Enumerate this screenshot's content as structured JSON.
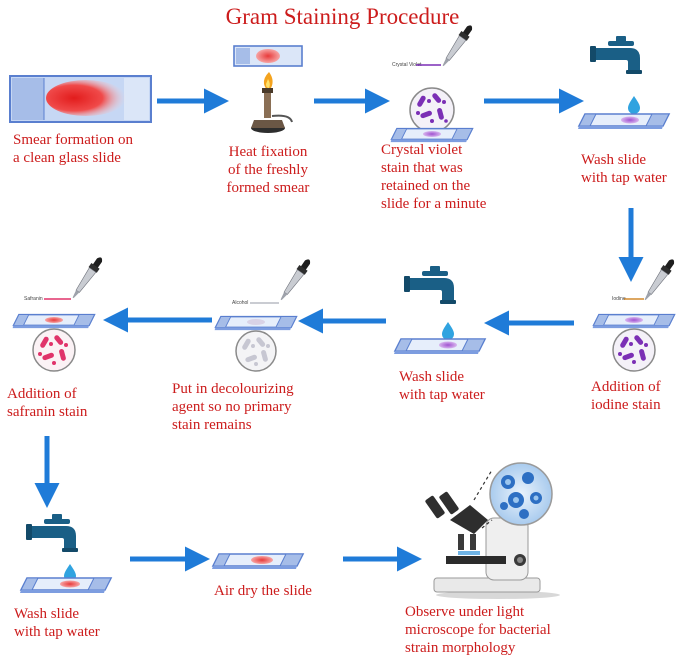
{
  "title": "Gram Staining Procedure",
  "colors": {
    "caption": "#cc1c1c",
    "arrow": "#1f7bd8",
    "slide": "#6f90d6",
    "tap": "#1a5f86",
    "drop": "#30a3e0",
    "crystal_violet": "#7b2fb5",
    "safranin": "#e0336a"
  },
  "bottle_labels": {
    "crystal_violet": "Crystal Violet",
    "iodine": "Iodine",
    "alcohol": "Alcohol",
    "safranin": "Safranin"
  },
  "steps": [
    {
      "id": "smear",
      "caption": "Smear formation on\na clean glass slide"
    },
    {
      "id": "heat",
      "caption": "Heat fixation\nof the freshly\nformed smear"
    },
    {
      "id": "crystal",
      "caption": "Crystal violet\nstain that was\nretained on the\nslide for a minute"
    },
    {
      "id": "wash1",
      "caption": "Wash slide\nwith tap water"
    },
    {
      "id": "iodine",
      "caption": "Addition of\niodine stain"
    },
    {
      "id": "wash2",
      "caption": "Wash slide\nwith tap water"
    },
    {
      "id": "decolor",
      "caption": "Put in decolourizing\nagent so no primary\nstain remains"
    },
    {
      "id": "safranin",
      "caption": "Addition of\nsafranin stain"
    },
    {
      "id": "wash3",
      "caption": "Wash slide\nwith tap water"
    },
    {
      "id": "dry",
      "caption": "Air dry the slide"
    },
    {
      "id": "observe",
      "caption": "Observe under light\nmicroscope for bacterial\nstrain morphology"
    }
  ]
}
